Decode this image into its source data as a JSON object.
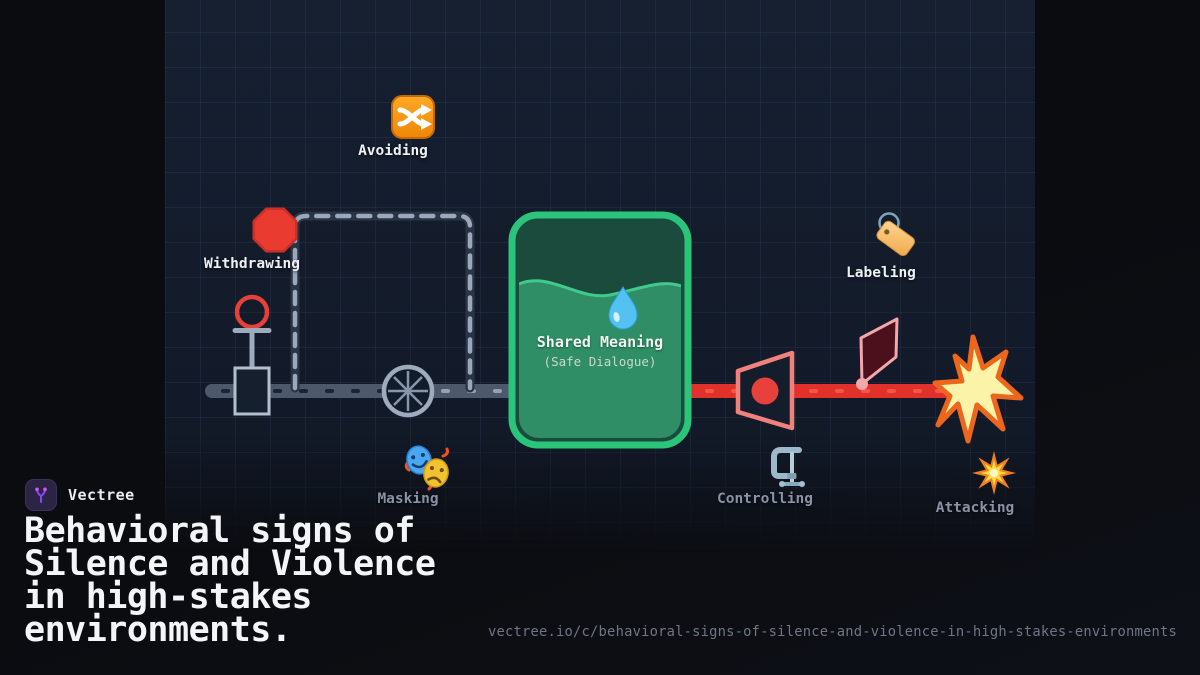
{
  "brand": {
    "name": "Vectree",
    "logo_icon": "vectree-branch-icon"
  },
  "title": {
    "lines": [
      "Behavioral signs of",
      "Silence and Violence",
      "in high-stakes",
      "environments."
    ]
  },
  "footer": {
    "url": "vectree.io/c/behavioral-signs-of-silence-and-violence-in-high-stakes-environments"
  },
  "diagram": {
    "center": {
      "title": "Shared Meaning",
      "subtitle": "(Safe Dialogue)",
      "icon": "droplet-icon",
      "tank_border_color": "#2ac47a",
      "tank_fill_color": "#2f8e66"
    },
    "nodes": [
      {
        "id": "avoiding",
        "label": "Avoiding",
        "icon": "shuffle-icon",
        "tone": "bright"
      },
      {
        "id": "withdrawing",
        "label": "Withdrawing",
        "icon": "stop-sign-shape",
        "tone": "bright"
      },
      {
        "id": "masking",
        "label": "Masking",
        "icon": "theater-masks-icon",
        "tone": "muted"
      },
      {
        "id": "labeling",
        "label": "Labeling",
        "icon": "tag-icon",
        "tone": "bright"
      },
      {
        "id": "controlling",
        "label": "Controlling",
        "icon": "clamp-icon",
        "tone": "muted"
      },
      {
        "id": "attacking",
        "label": "Attacking",
        "icon": "collision-icon",
        "tone": "muted"
      }
    ],
    "shapes": [
      "silence-detour-dashed-path",
      "stop-sign-shape",
      "person-figure",
      "valve-wheel",
      "gray-inflow-pipe",
      "red-violence-pipe",
      "megaphone-shape",
      "flag-shape",
      "explosion-starburst"
    ],
    "colors": {
      "panel_bg": "#131b2a",
      "grid_line": "#1d2636",
      "pipe_gray": "#4d596b",
      "pipe_red": "#e1312a",
      "accent_green": "#2ac47a",
      "danger_red": "#e93b30",
      "warn_orange": "#f8960b",
      "label_bright": "#eef1f6",
      "label_muted": "#8a93a5",
      "star_yellow": "#fbf3a8",
      "star_outline": "#ec671d"
    }
  }
}
